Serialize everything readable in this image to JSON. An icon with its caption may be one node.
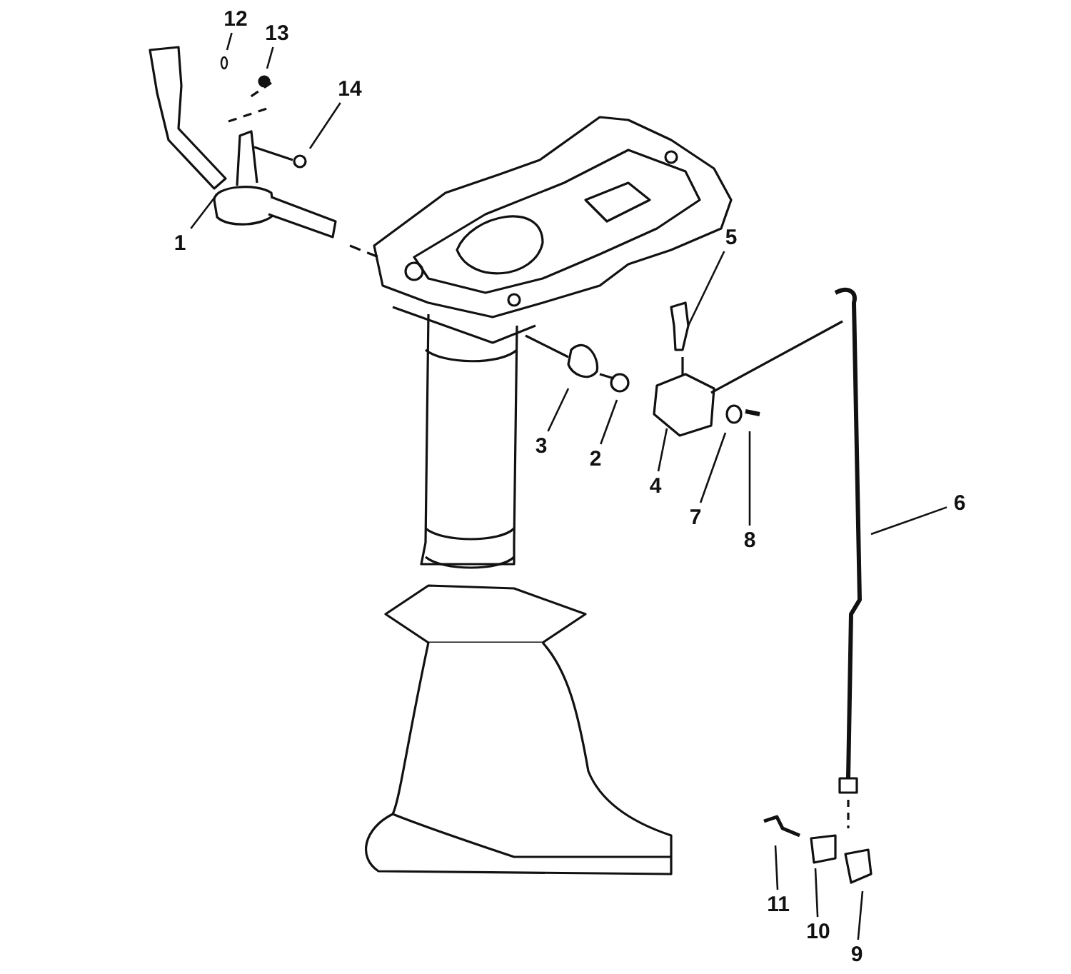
{
  "diagram": {
    "nodes": [
      {
        "text": [
          "12"
        ]
      },
      {
        "text": [
          "13"
        ]
      },
      {
        "text": [
          "14"
        ]
      },
      {
        "text": [
          "1"
        ]
      },
      {
        "text": [
          "5"
        ]
      },
      {
        "text": [
          "3"
        ]
      },
      {
        "text": [
          "2"
        ]
      },
      {
        "text": [
          "4"
        ]
      },
      {
        "text": [
          "6"
        ]
      },
      {
        "text": [
          "7"
        ]
      },
      {
        "text": [
          "8"
        ]
      },
      {
        "text": [
          "11"
        ]
      },
      {
        "text": [
          "10"
        ]
      },
      {
        "text": [
          "9"
        ]
      }
    ],
    "edges": [
      {
        "from": 0,
        "to": null,
        "arrow": "none"
      },
      {
        "from": 1,
        "to": null,
        "arrow": "none"
      },
      {
        "from": 2,
        "to": null,
        "arrow": "none"
      },
      {
        "from": 3,
        "to": null,
        "arrow": "none"
      },
      {
        "from": 4,
        "to": null,
        "arrow": "none"
      },
      {
        "from": 5,
        "to": null,
        "arrow": "none"
      },
      {
        "from": 6,
        "to": null,
        "arrow": "none"
      },
      {
        "from": 7,
        "to": null,
        "arrow": "none"
      },
      {
        "from": 8,
        "to": null,
        "arrow": "none"
      },
      {
        "from": 9,
        "to": null,
        "arrow": "none"
      },
      {
        "from": 10,
        "to": null,
        "arrow": "none"
      },
      {
        "from": 11,
        "to": null,
        "arrow": "none"
      },
      {
        "from": 12,
        "to": null,
        "arrow": "none"
      },
      {
        "from": 13,
        "to": null,
        "arrow": "none"
      }
    ]
  }
}
